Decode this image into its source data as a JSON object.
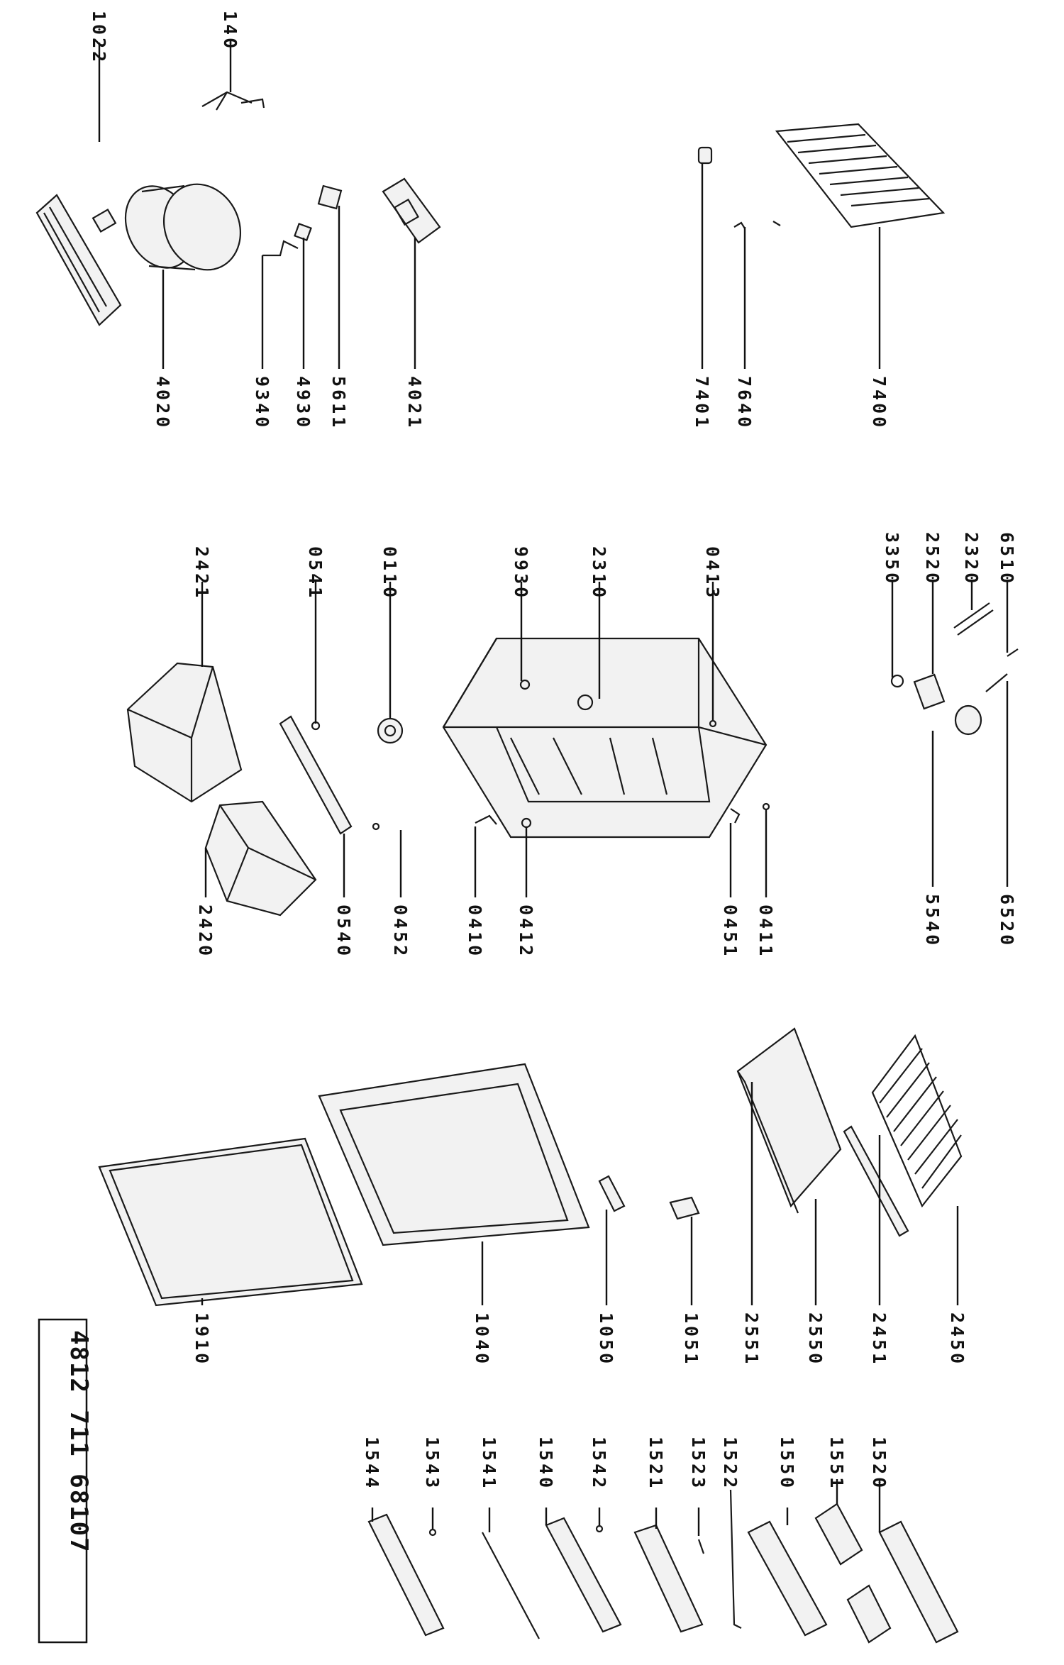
{
  "document_code": "4812 711 68107",
  "parts": [
    "1022",
    "140",
    "4020",
    "9340",
    "4930",
    "5611",
    "4021",
    "7401",
    "7640",
    "7400",
    "2421",
    "0541",
    "0110",
    "9930",
    "2310",
    "0413",
    "6510",
    "2320",
    "2520",
    "3350",
    "5540",
    "6520",
    "2420",
    "0540",
    "0452",
    "0410",
    "0412",
    "0451",
    "0411",
    "1910",
    "1040",
    "1050",
    "1051",
    "2551",
    "2550",
    "2451",
    "2450",
    "1544",
    "1543",
    "1541",
    "1540",
    "1542",
    "1521",
    "1523",
    "1522",
    "1550",
    "1551",
    "1520"
  ]
}
